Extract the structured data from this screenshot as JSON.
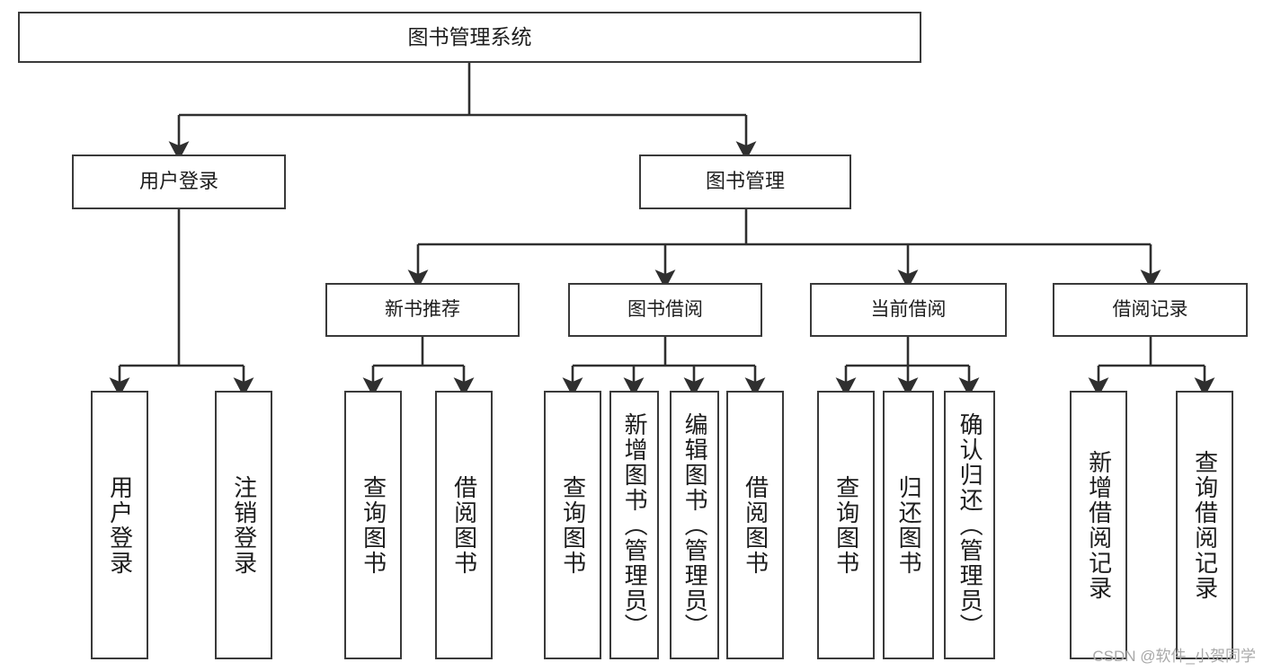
{
  "diagram": {
    "title": "图书管理系统",
    "watermark": "CSDN @软件_小贺同学",
    "colors": {
      "background": "#ffffff",
      "box_border": "#3a3a3a",
      "box_fill": "#ffffff",
      "connector": "#2f2f2f",
      "text": "#1d1d1d",
      "watermark": "#a8a8a8"
    },
    "root": {
      "label": "图书管理系统"
    },
    "level2": [
      {
        "id": "user-login",
        "label": "用户登录"
      },
      {
        "id": "book-manage",
        "label": "图书管理"
      }
    ],
    "level3": [
      {
        "id": "new-book-recommend",
        "label": "新书推荐"
      },
      {
        "id": "book-borrow",
        "label": "图书借阅"
      },
      {
        "id": "current-borrow",
        "label": "当前借阅"
      },
      {
        "id": "borrow-record",
        "label": "借阅记录"
      }
    ],
    "leaves": {
      "user_login": [
        {
          "id": "leaf-user-login",
          "label": "用户登录"
        },
        {
          "id": "leaf-logout",
          "label": "注销登录"
        }
      ],
      "new_book_recommend": [
        {
          "id": "leaf-query-book-1",
          "label": "查询图书"
        },
        {
          "id": "leaf-borrow-book-1",
          "label": "借阅图书"
        }
      ],
      "book_borrow": [
        {
          "id": "leaf-query-book-2",
          "label": "查询图书"
        },
        {
          "id": "leaf-add-book",
          "label": "新增图书（管理员）"
        },
        {
          "id": "leaf-edit-book",
          "label": "编辑图书（管理员）"
        },
        {
          "id": "leaf-borrow-book-2",
          "label": "借阅图书"
        }
      ],
      "current_borrow": [
        {
          "id": "leaf-query-book-3",
          "label": "查询图书"
        },
        {
          "id": "leaf-return-book",
          "label": "归还图书"
        },
        {
          "id": "leaf-confirm-return",
          "label": "确认归还（管理员）"
        }
      ],
      "borrow_record": [
        {
          "id": "leaf-add-record",
          "label": "新增借阅记录"
        },
        {
          "id": "leaf-query-record",
          "label": "查询借阅记录"
        }
      ]
    }
  }
}
